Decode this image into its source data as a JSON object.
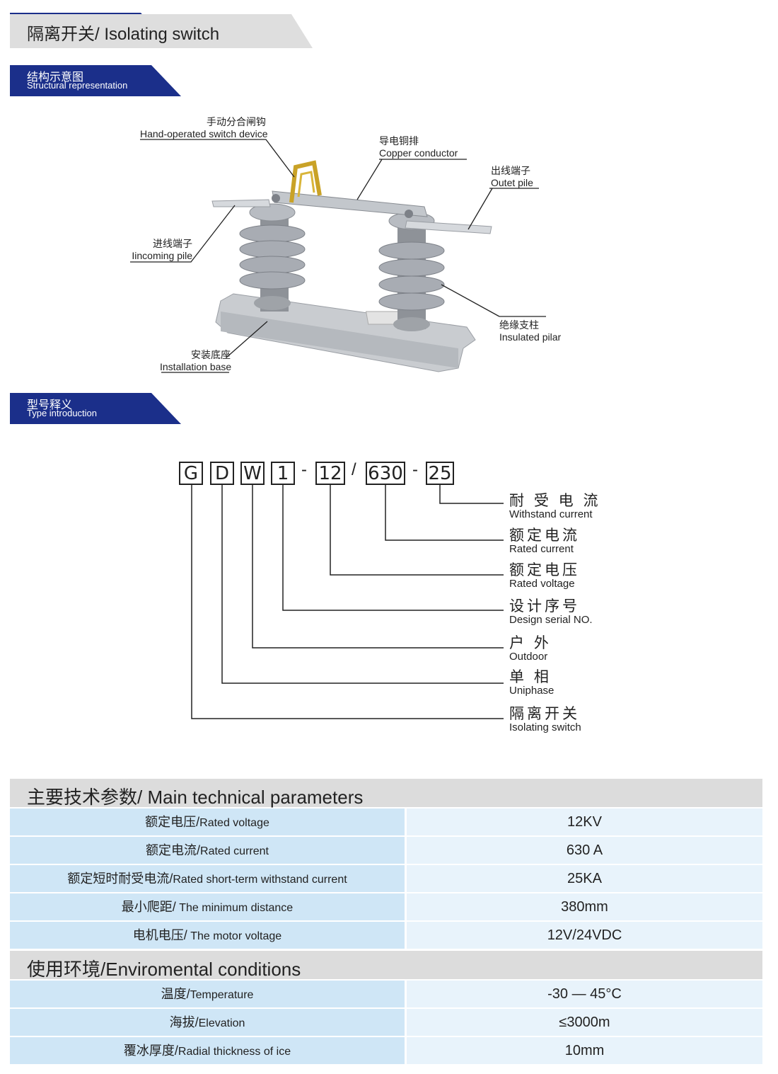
{
  "title": "隔离开关/ Isolating switch",
  "sections": {
    "structure": {
      "zh": "结构示意图",
      "en": "Structural representation"
    },
    "type": {
      "zh": "型号释义",
      "en": "Type introduction"
    }
  },
  "diagram_labels": {
    "hand": {
      "zh": "手动分合闸钩",
      "en": "Hand-operated switch device"
    },
    "copper": {
      "zh": "导电铜排",
      "en": "Copper conductor"
    },
    "outlet": {
      "zh": "出线端子",
      "en": "Outet pile"
    },
    "incoming": {
      "zh": "进线端子",
      "en": "Iincoming pile"
    },
    "insulated": {
      "zh": "绝缘支柱",
      "en": "Insulated pilar"
    },
    "base": {
      "zh": "安装底座",
      "en": "Installation base"
    }
  },
  "type_code": {
    "boxes": [
      "G",
      "D",
      "W",
      "1",
      "12",
      "630",
      "25"
    ],
    "separators": [
      "-",
      "/",
      "-"
    ],
    "meanings": [
      {
        "zh": "耐 受 电 流",
        "en": "Withstand current"
      },
      {
        "zh": "额定电流",
        "en": "Rated  current"
      },
      {
        "zh": "额定电压",
        "en": "Rated  voltage"
      },
      {
        "zh": "设计序号",
        "en": "Design serial NO."
      },
      {
        "zh": "户  外",
        "en": "Outdoor"
      },
      {
        "zh": "单  相",
        "en": "Uniphase"
      },
      {
        "zh": "隔离开关",
        "en": "Isolating switch"
      }
    ]
  },
  "main_params": {
    "title": "主要技术参数/ Main technical parameters",
    "rows": [
      {
        "zh": "额定电压/",
        "en": "Rated voltage",
        "value": "12KV"
      },
      {
        "zh": "额定电流/",
        "en": "Rated current",
        "value": "630 A"
      },
      {
        "zh": "额定短时耐受电流/",
        "en": "Rated short-term withstand current",
        "value": "25KA"
      },
      {
        "zh": "最小爬距/",
        "en": " The minimum distance",
        "value": "380mm"
      },
      {
        "zh": "电机电压/",
        "en": " The motor voltage",
        "value": "12V/24VDC"
      }
    ]
  },
  "env": {
    "title": "使用环境/Enviromental conditions",
    "rows": [
      {
        "zh": "温度/",
        "en": "Temperature",
        "value": "-30 — 45°C"
      },
      {
        "zh": "海拔/",
        "en": "Elevation",
        "value": "≤3000m"
      },
      {
        "zh": "覆冰厚度/",
        "en": "Radial thickness of ice",
        "value": "10mm"
      }
    ]
  }
}
